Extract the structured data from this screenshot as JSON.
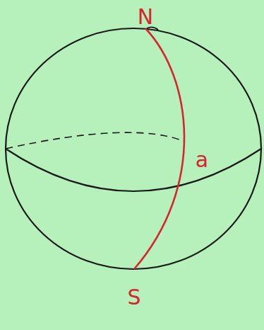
{
  "diagram": {
    "labels": [
      "N",
      "a",
      "S"
    ]
  }
}
